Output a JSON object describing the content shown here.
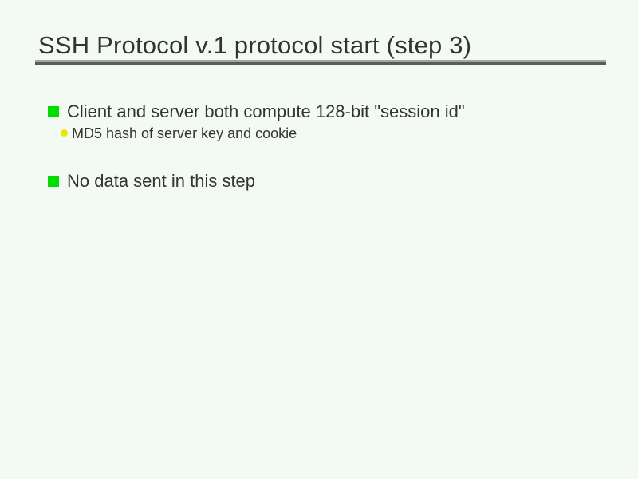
{
  "slide": {
    "title": "SSH Protocol v.1 protocol start (step 3)",
    "bullets": [
      {
        "text": "Client and server both compute 128-bit \"session id\"",
        "sub": [
          "MD5 hash of server key and cookie"
        ]
      },
      {
        "text": "No data sent in this step",
        "sub": []
      }
    ],
    "colors": {
      "background": "#f3f9f3",
      "text": "#333333",
      "bullet_square": "#00dd00",
      "bullet_dot": "#ebe700",
      "rule_light": "#a2a7a2",
      "rule_dark": "#585d58"
    }
  }
}
